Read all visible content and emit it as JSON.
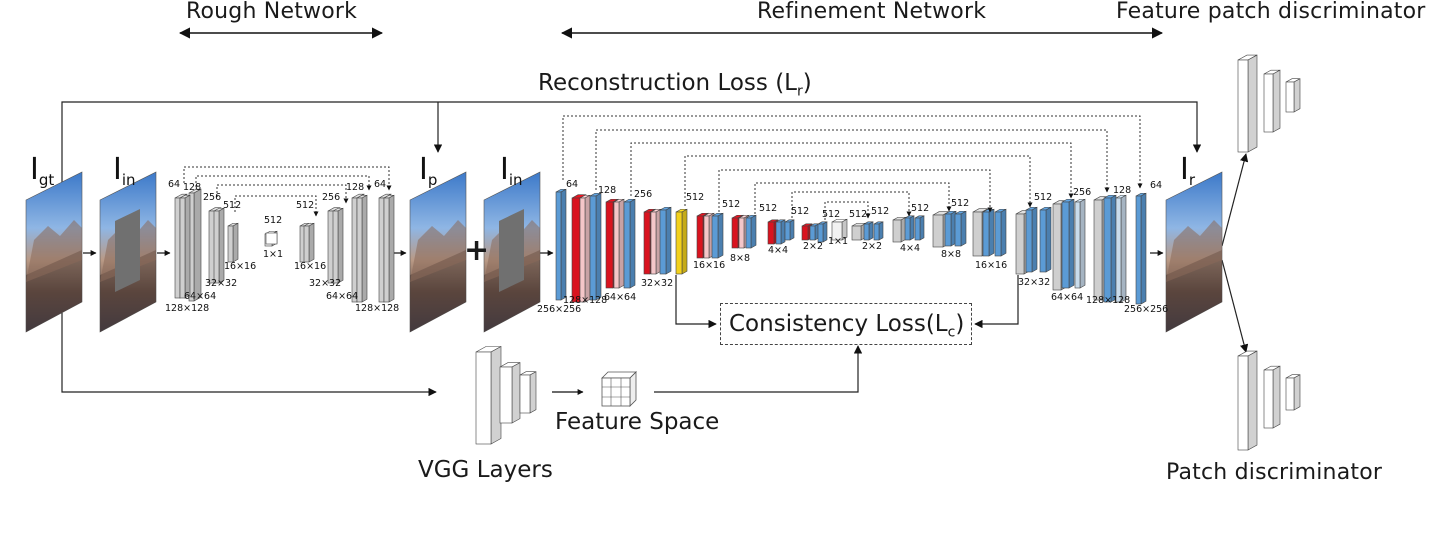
{
  "headers": {
    "rough": "Rough Network",
    "refinement": "Refinement Network",
    "feature_patch": "Feature patch discriminator",
    "patch": "Patch discriminator"
  },
  "losses": {
    "reconstruction_prefix": "Reconstruction Loss (L",
    "reconstruction_sub": "r",
    "reconstruction_suffix": ")",
    "consistency_prefix": "Consistency Loss(L",
    "consistency_sub": "c",
    "consistency_suffix": ")"
  },
  "inputs": {
    "gt": {
      "main": "I",
      "sub": "gt"
    },
    "in_rough": {
      "main": "I",
      "sub": "in"
    },
    "p": {
      "main": "I",
      "sub": "p"
    },
    "in_ref": {
      "main": "I",
      "sub": "in"
    },
    "r": {
      "main": "I",
      "sub": "r"
    },
    "plus": "+"
  },
  "vgg": {
    "label": "VGG Layers",
    "feature_space": "Feature Space"
  },
  "rough_labels": {
    "ch": [
      "64",
      "128",
      "256",
      "512",
      "512",
      "512",
      "256",
      "128",
      "64"
    ],
    "sz": [
      "128×128",
      "64×64",
      "32×32",
      "16×16",
      "1×1",
      "16×16",
      "32×32",
      "64×64",
      "128×128"
    ]
  },
  "ref_labels": {
    "ch": [
      "64",
      "128",
      "256",
      "512",
      "512",
      "512",
      "512",
      "512",
      "512",
      "512",
      "512",
      "512",
      "512",
      "256",
      "128",
      "64"
    ],
    "sz": [
      "256×256",
      "128×128",
      "64×64",
      "32×32",
      "16×16",
      "8×8",
      "4×4",
      "2×2",
      "1×1",
      "2×2",
      "4×4",
      "8×8",
      "16×16",
      "32×32",
      "64×64",
      "128×128",
      "256×256"
    ]
  },
  "colors": {
    "blue": "#5b9bd5",
    "light_blue": "#c9dcec",
    "red": "#d9131f",
    "pink": "#f4c6c9",
    "yellow": "#f2d11c",
    "gray": "#cfcfcf",
    "white_block": "#f2f2f2"
  }
}
